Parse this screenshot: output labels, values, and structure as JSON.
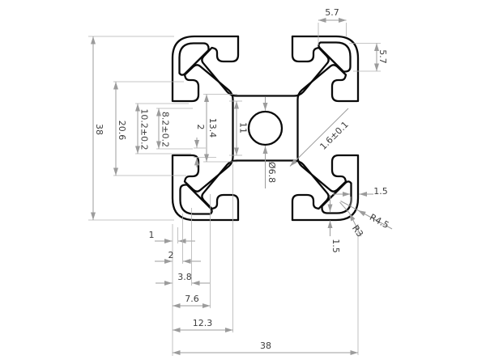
{
  "drawing": {
    "type": "technical-cross-section",
    "subject": "38x38 aluminium T-slot extrusion profile",
    "line_color": "#0a0a0a",
    "dimension_color": "#9c9c9c",
    "text_color": "#3d3d3d",
    "dims": {
      "d38_left": "38",
      "d20_6": "20.6",
      "d10_2": "10.2±0.2",
      "d8_2": "8.2±0.2",
      "d2_left": "2",
      "d13_4": "13.4",
      "d11": "11",
      "d5_7_top": "5.7",
      "d5_7_right": "5.7",
      "dia6_8": "Ø6.8",
      "d1_6": "1.6±0.1",
      "d1": "1",
      "d2_bottom": "2",
      "d3_8": "3.8",
      "d7_6": "7.6",
      "d12_3": "12.3",
      "d38_bottom": "38",
      "d1_5_right": "1.5",
      "r4_5": "R4.5",
      "r3": "R3",
      "d1_5_bottom": "1.5"
    }
  }
}
